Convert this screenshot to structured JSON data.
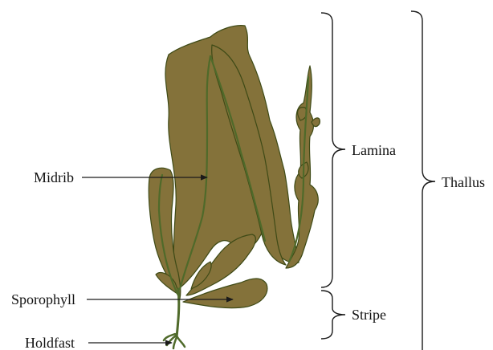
{
  "labels": {
    "midrib": "Midrib",
    "sporophyll": "Sporophyll",
    "holdfast": "Holdfast",
    "lamina": "Lamina",
    "stripe": "Stripe",
    "thallus": "Thallus"
  },
  "colors": {
    "tissue": "#84723a",
    "edge": "#3e4a16",
    "vein": "#4f6a2a",
    "line": "#1a1a1a"
  }
}
